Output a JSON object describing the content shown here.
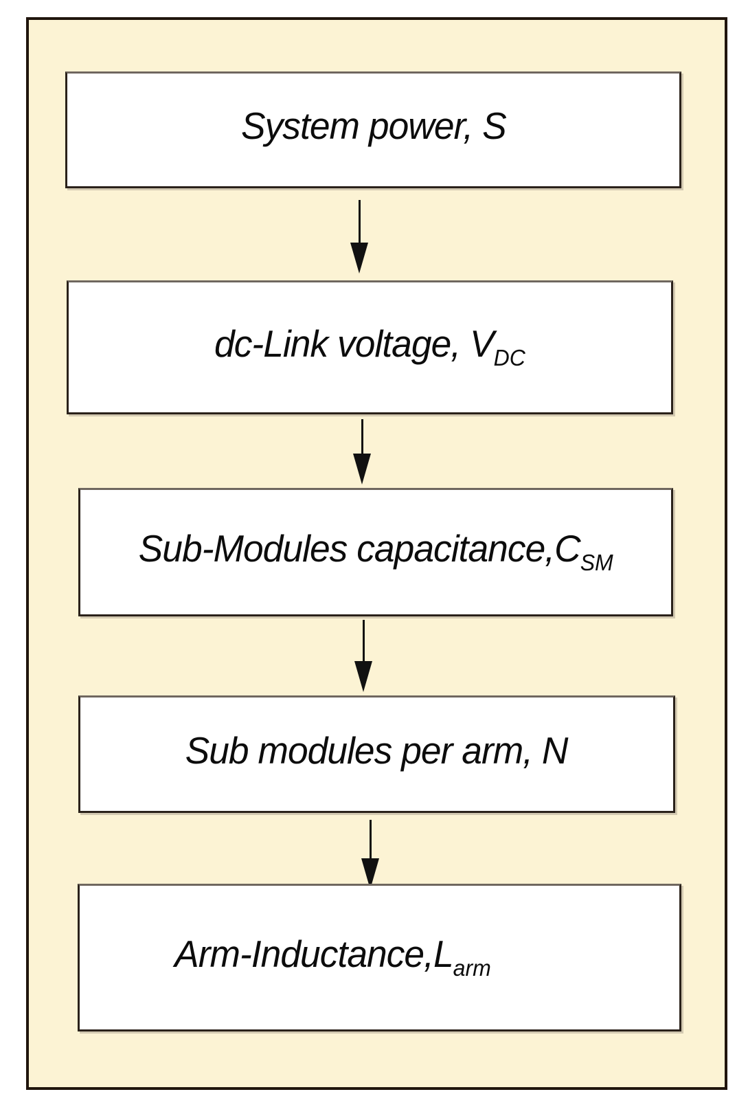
{
  "diagram": {
    "type": "flowchart",
    "direction": "top-down",
    "colors": {
      "canvas_background": "#FCF3D4",
      "frame_border": "#20150D",
      "node_fill": "#FFFFFF",
      "node_border": "#2A211A",
      "arrow": "#111111",
      "text": "#0C0C0C"
    },
    "nodes": [
      {
        "id": "system-power",
        "text": "System power, S",
        "sub": ""
      },
      {
        "id": "dc-link-voltage",
        "text": "dc-Link voltage, V",
        "sub": "DC"
      },
      {
        "id": "sub-modules-capacitance",
        "text": "Sub-Modules capacitance,C",
        "sub": "SM"
      },
      {
        "id": "sub-modules-per-arm",
        "text": "Sub modules per arm, N",
        "sub": ""
      },
      {
        "id": "arm-inductance",
        "text": "Arm-Inductance,L",
        "sub": "arm"
      }
    ],
    "connections": [
      {
        "from": "system-power",
        "to": "dc-link-voltage"
      },
      {
        "from": "dc-link-voltage",
        "to": "sub-modules-capacitance"
      },
      {
        "from": "sub-modules-capacitance",
        "to": "sub-modules-per-arm"
      },
      {
        "from": "sub-modules-per-arm",
        "to": "arm-inductance"
      }
    ]
  }
}
